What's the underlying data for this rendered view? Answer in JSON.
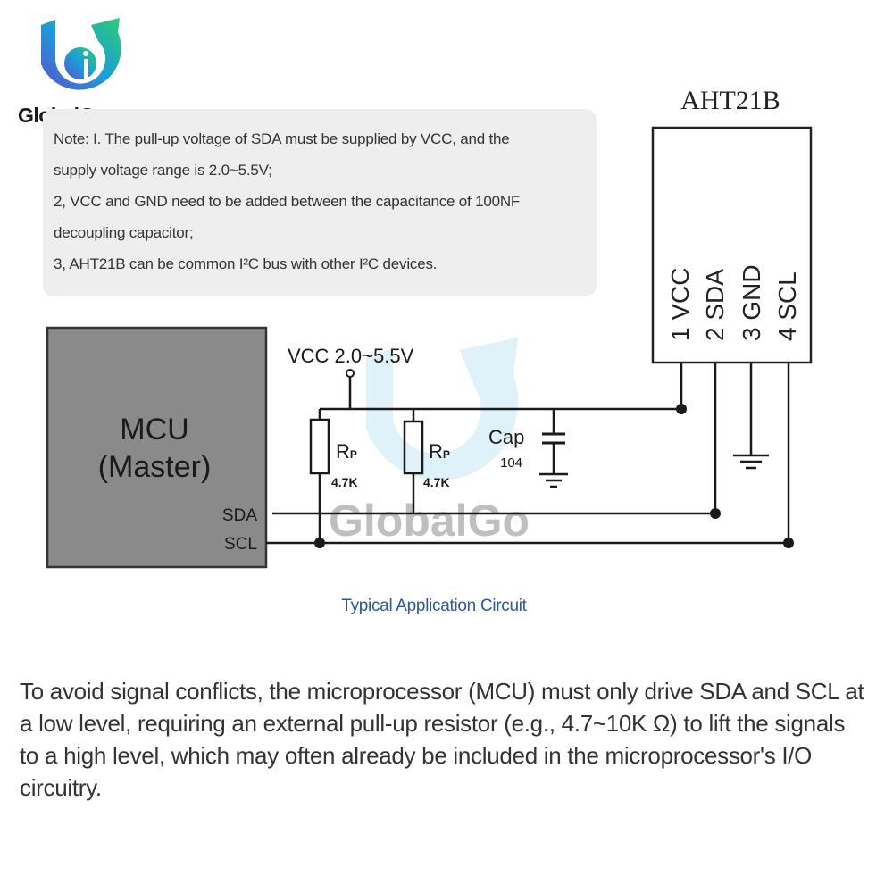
{
  "logo": {
    "brand": "GlobalGo",
    "colors": [
      "#1a9fd6",
      "#2ecc71",
      "#5b4fd1"
    ]
  },
  "note": {
    "lines": [
      "Note: I. The pull-up voltage of SDA must be supplied by VCC, and the",
      "supply voltage range is 2.0~5.5V;",
      "2, VCC and GND need to be added between the capacitance of 100NF",
      "decoupling capacitor;",
      "3, AHT21B can be common I²C bus with other I²C devices."
    ]
  },
  "circuit": {
    "sensor_name": "AHT21B",
    "pins": [
      "1 VCC",
      "2 SDA",
      "3 GND",
      "4 SCL"
    ],
    "mcu_title": "MCU",
    "mcu_subtitle": "(Master)",
    "mcu_pin_sda": "SDA",
    "mcu_pin_scl": "SCL",
    "vcc_label": "VCC 2.0~5.5V",
    "resistor_label": "R",
    "resistor_sub": "P",
    "resistor_value": "4.7K",
    "cap_label": "Cap",
    "cap_value": "104",
    "watermark": "GlobalGo"
  },
  "caption": "Typical Application Circuit",
  "paragraph": "To avoid signal conflicts, the microprocessor (MCU) must only drive SDA and SCL at a low level, requiring an external pull-up resistor (e.g., 4.7~10K Ω) to lift the signals to a high level, which may often already be included in the microprocessor's I/O circuitry.",
  "colors": {
    "caption": "#2b5a9a",
    "mcu_fill": "#8a8a8a",
    "note_bg": "#eeeeee"
  }
}
